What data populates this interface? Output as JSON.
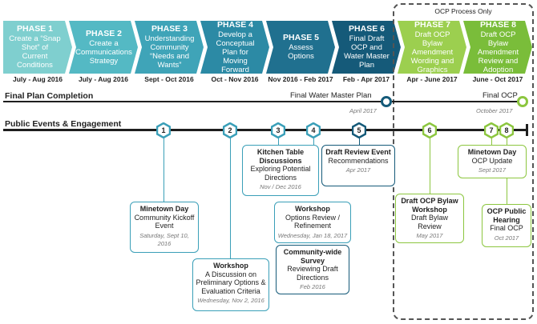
{
  "phases": [
    {
      "title": "PHASE 1",
      "desc": "Create a “Snap Shot” of Current Conditions",
      "date": "July - Aug 2016",
      "color": "#7fcfcf"
    },
    {
      "title": "PHASE 2",
      "desc": "Create a Communications Strategy",
      "date": "July - Aug 2016",
      "color": "#54b9c4"
    },
    {
      "title": "PHASE 3",
      "desc": "Understanding Community “Needs and Wants”",
      "date": "Sept - Oct 2016",
      "color": "#3fa4b8"
    },
    {
      "title": "PHASE 4",
      "desc": "Develop a Conceptual Plan for Moving Forward",
      "date": "Oct - Nov 2016",
      "color": "#2c8aa5"
    },
    {
      "title": "PHASE 5",
      "desc": "Assess Options",
      "date": "Nov 2016 - Feb 2017",
      "color": "#20708f"
    },
    {
      "title": "PHASE 6",
      "desc": "Final Draft OCP and Water Master Plan",
      "date": "Feb - Apr 2017",
      "color": "#155a79"
    },
    {
      "title": "PHASE 7",
      "desc": "Draft OCP Bylaw Amendment Wording and Graphics",
      "date": "Apr - June 2017",
      "color": "#9ccf4f"
    },
    {
      "title": "PHASE 8",
      "desc": "Draft OCP Bylaw Amendment Review and Adoption",
      "date": "June - Oct 2017",
      "color": "#7abd3a"
    }
  ],
  "ocp_label": "OCP Process Only",
  "final_plan": {
    "title": "Final Plan Completion",
    "water_label": "Final Water Master Plan",
    "water_date": "April 2017",
    "ocp_label": "Final OCP",
    "ocp_date": "October 2017"
  },
  "events_title": "Public Events & Engagement",
  "markers": [
    "1",
    "2",
    "3",
    "4",
    "5",
    "6",
    "7",
    "8"
  ],
  "events": [
    {
      "title": "Minetown Day",
      "desc": "Community Kickoff Event",
      "date": "Saturday, Sept 10, 2016"
    },
    {
      "title": "Workshop",
      "desc": "A Discussion on Preliminary Options & Evaluation Criteria",
      "date": "Wednesday, Nov 2, 2016"
    },
    {
      "title": "Kitchen Table Discussions",
      "desc": "Exploring Potential Directions",
      "date": "Nov / Dec 2016"
    },
    {
      "title": "Workshop",
      "desc": "Options Review / Refinement",
      "date": "Wednesday, Jan 18, 2017"
    },
    {
      "title": "Community-wide Survey",
      "desc": "Reviewing Draft Directions",
      "date": "Feb 2016"
    },
    {
      "title": "Draft Review Event",
      "desc": "Recommendations",
      "date": "Apr 2017"
    },
    {
      "title": "Draft OCP Bylaw Workshop",
      "desc": "Draft Bylaw Review",
      "date": "May 2017"
    },
    {
      "title": "Minetown Day",
      "desc": "OCP Update",
      "date": "Sept 2017"
    },
    {
      "title": "OCP Public Hearing",
      "desc": "Final OCP",
      "date": "Oct 2017"
    }
  ],
  "colors": {
    "teal_marker": "#3a9fb8",
    "dark_marker": "#155a79",
    "green_marker": "#8cc63f",
    "line": "#1e1e1e"
  }
}
